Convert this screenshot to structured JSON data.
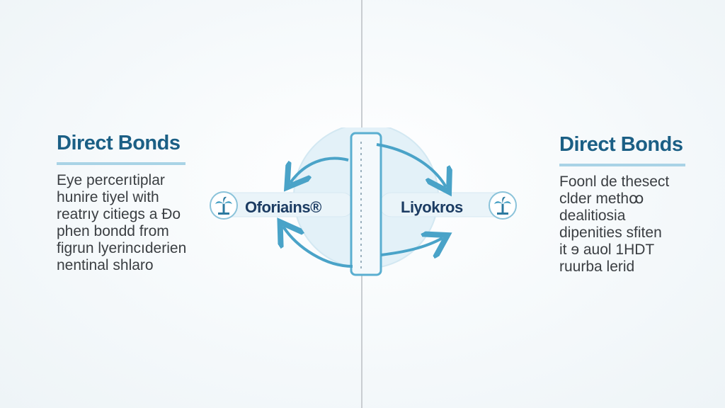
{
  "left_panel": {
    "title": "Direct Bonds",
    "lines": [
      "Eye percerıtiplar",
      "hunire tiyel with",
      "reatrıy citiegs a Đo",
      "phen bondd from",
      "figrun lyerincıderien",
      "nentinal shlaro"
    ]
  },
  "right_panel": {
    "title": "Direct Bonds",
    "lines": [
      "Foonl de thesect",
      "clder methꝏ",
      "dealitiosia",
      "dipenities sfiten",
      "it ɘ auol 1HDT",
      "ruurba lerid"
    ]
  },
  "center": {
    "left_node_label": "Oforiains®",
    "right_node_label": "Liyokros",
    "left_icon": "palm-tree-icon",
    "right_icon": "palm-tree-icon"
  },
  "colors": {
    "title": "#1b5f85",
    "accent": "#4aa3c8",
    "rule": "#a9d3e6",
    "divider": "#c9cdd1",
    "node_text": "#1c3c63"
  }
}
